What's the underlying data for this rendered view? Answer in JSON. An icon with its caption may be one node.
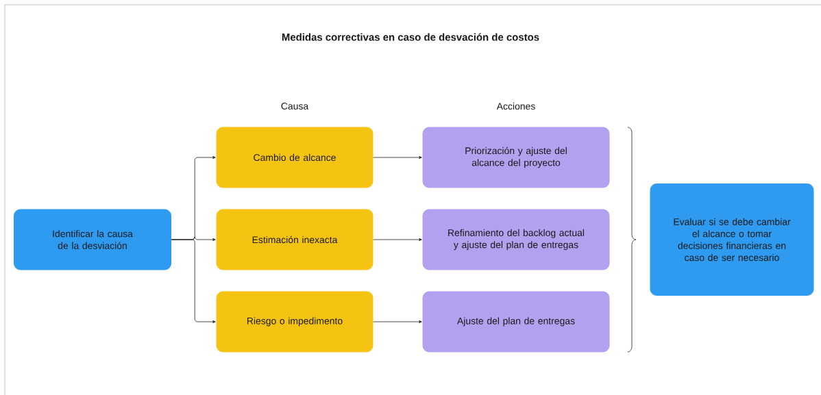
{
  "diagram": {
    "title": "Medidas correctivas en caso de desvación de costos",
    "nodes": [
      {
        "text": [
          "Identificar la causa de la desviación"
        ]
      },
      {
        "text": [
          "Cambio de alcance"
        ]
      },
      {
        "text": [
          "Estimación inexacta"
        ]
      },
      {
        "text": [
          "Riesgo o impedimento"
        ]
      },
      {
        "text": [
          "Priorización y ajuste del alcance del proyecto"
        ]
      },
      {
        "text": [
          "Refinamiento del backlog actual y ajuste del plan de entregas"
        ]
      },
      {
        "text": [
          "Ajuste del plan de entregas"
        ]
      },
      {
        "text": [
          "Evaluar si se debe cambiar el alcance o tomar decisiones financieras en caso de ser necesario"
        ]
      }
    ],
    "edges": [
      {
        "from": 0,
        "to": 1,
        "arrow": "to"
      },
      {
        "from": 0,
        "to": 2,
        "arrow": "to"
      },
      {
        "from": 0,
        "to": 3,
        "arrow": "to"
      },
      {
        "from": 1,
        "to": 4,
        "arrow": "to"
      },
      {
        "from": 2,
        "to": 5,
        "arrow": "to"
      },
      {
        "from": 3,
        "to": 6,
        "arrow": "to"
      }
    ],
    "labels": [
      "Causa",
      "Acciones"
    ]
  }
}
